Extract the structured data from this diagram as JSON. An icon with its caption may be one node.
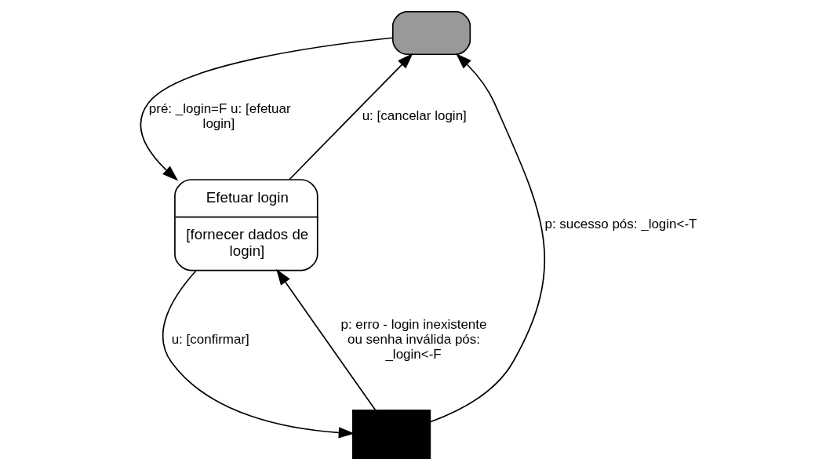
{
  "diagram": {
    "nodes": [
      {
        "text": [],
        "shape": "box"
      },
      {
        "text": [
          "Efetuar login",
          "[fornecer dados de login]"
        ]
      },
      {
        "text": [],
        "shape": "box"
      }
    ],
    "edges": [
      {
        "from": 0,
        "to": 1,
        "arrow": "to",
        "label": "pré: _login=F u: [efetuar login]"
      },
      {
        "from": 1,
        "to": 0,
        "arrow": "to",
        "label": "u: [cancelar login]"
      },
      {
        "from": 1,
        "to": 2,
        "arrow": "to",
        "label": "u: [confirmar]"
      },
      {
        "from": 2,
        "to": 0,
        "arrow": "to",
        "label": "p: sucesso pós: _login<-T"
      },
      {
        "from": 2,
        "to": 1,
        "arrow": "to",
        "label": "p: erro - login inexistente ou senha inválida pós: _login<-F"
      }
    ]
  }
}
